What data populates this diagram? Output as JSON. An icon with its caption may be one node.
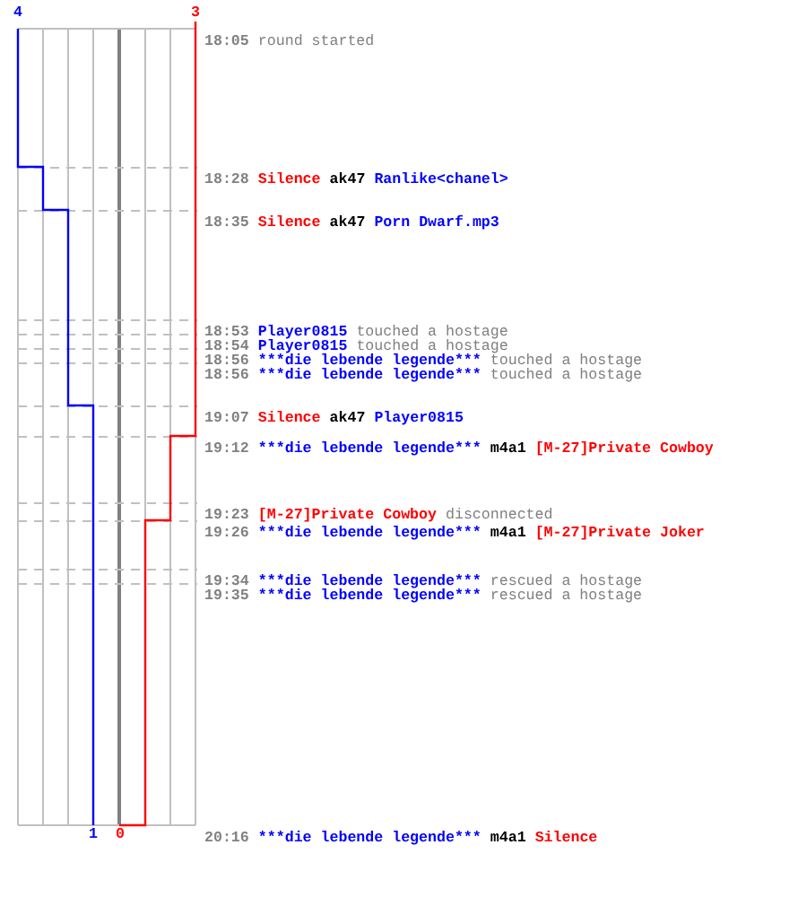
{
  "diagram": {
    "labels": [
      "4",
      "3",
      "18:05",
      "round started",
      "18:28",
      "Silence",
      "ak47",
      "Ranlike<chanel>",
      "18:35",
      "Silence",
      "ak47",
      "Porn Dwarf.mp3",
      "18:53",
      "Player0815",
      "touched a hostage",
      "18:54",
      "Player0815",
      "touched a hostage",
      "18:56",
      "***die lebende legende***",
      "touched a hostage",
      "18:56",
      "***die lebende legende***",
      "touched a hostage",
      "19:07",
      "Silence",
      "ak47",
      "Player0815",
      "19:12",
      "***die lebende legende***",
      "m4a1",
      "[M-27]Private Cowboy",
      "19:23",
      "[M-27]Private Cowboy",
      "disconnected",
      "19:26",
      "***die lebende legende***",
      "m4a1",
      "[M-27]Private Joker",
      "19:34",
      "***die lebende legende***",
      "rescued a hostage",
      "19:35",
      "***die lebende legende***",
      "rescued a hostage",
      "1",
      "0",
      "20:16",
      "***die lebende legende***",
      "m4a1",
      "Silence"
    ]
  }
}
